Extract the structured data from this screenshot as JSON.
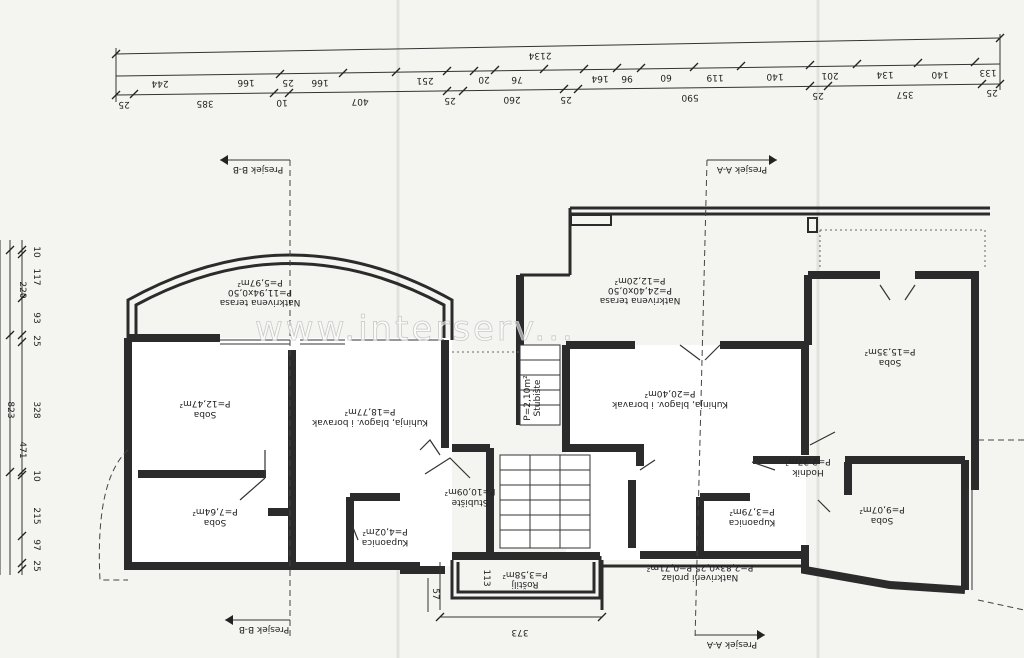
{
  "dimensions": {
    "total": "2134",
    "row1": [
      "133",
      "140",
      "134",
      "201",
      "140",
      "119",
      "60",
      "96",
      "164",
      "76",
      "20",
      "251",
      "166",
      "25",
      "166",
      "244"
    ],
    "row2": [
      "25",
      "357",
      "25",
      "590",
      "25",
      "260",
      "25",
      "407",
      "10",
      "385",
      "25"
    ],
    "left_col1": [
      "10",
      "117",
      "93",
      "25",
      "328",
      "10",
      "215",
      "97",
      "25"
    ],
    "left_col2": [
      "220",
      "471"
    ],
    "left_total": "823",
    "bottom_dims": [
      "373",
      "113",
      "57"
    ]
  },
  "sections": {
    "bb_top": "Presjek B-B",
    "bb_bottom": "Presjek B-B",
    "aa_top": "Presjek A-A",
    "aa_bottom": "Presjek A-A"
  },
  "rooms": {
    "terrace_left": {
      "name": "Natkrivena terasa",
      "dims": "P=11,94x0,50",
      "area": "P=5,97m²"
    },
    "terrace_right": {
      "name": "Natkrivena terasa",
      "dims": "P=24,40x0,50",
      "area": "P=12,20m²"
    },
    "soba_left_big": {
      "name": "Soba",
      "area": "P=12,47m²"
    },
    "kitchen_left": {
      "name": "Kuhinja, blagov. i boravak",
      "area": "P=18,77m²"
    },
    "soba_left_small": {
      "name": "Soba",
      "area": "P=7,64m²"
    },
    "bath_left": {
      "name": "Kupaonica",
      "area": "P=4,02m²"
    },
    "stairs_upper": {
      "name": "Stubište",
      "area": "P=2,10m²"
    },
    "stairs_main": {
      "name": "Stubište",
      "area": "P=10,09m²"
    },
    "rostilj": {
      "name": "Roštilj",
      "area": "P=3,58m²"
    },
    "kitchen_right": {
      "name": "Kuhinja, blagov. i boravak",
      "area": "P=20,40m²"
    },
    "soba_right_big": {
      "name": "Soba",
      "area": "P=15,35m²"
    },
    "hodnik": {
      "name": "Hodnik",
      "area": "P=2,37m²"
    },
    "bath_right": {
      "name": "Kupaonica",
      "area": "P=3,79m²"
    },
    "soba_right_small": {
      "name": "Soba",
      "area": "P=9,07m²"
    },
    "prolaz": {
      "name": "Natkriveni prolaz",
      "area": "P=2,83x0,25 P=0,71m²"
    }
  },
  "watermark": "www.interserv..."
}
